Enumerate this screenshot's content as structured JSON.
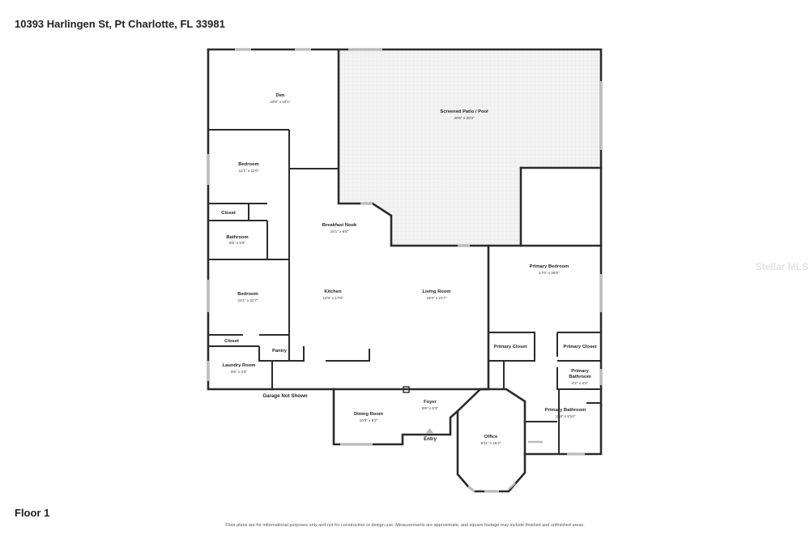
{
  "header": {
    "address": "10393 Harlingen St, Pt Charlotte, FL 33981"
  },
  "footer": {
    "floor_label": "Floor 1",
    "disclaimer": "Floor plans are for informational purposes only and not for construction or design use. Measurements are approximate, and square footage may include finished and unfinished areas."
  },
  "watermark": "Stellar MLS",
  "rooms": {
    "den": {
      "name": "Den",
      "dims": "19'8\" x 18'1\""
    },
    "patio": {
      "name": "Screened Patio / Pool",
      "dims": "40'6\" x 30'3\""
    },
    "bedroom1": {
      "name": "Bedroom",
      "dims": "12'1\" x 11'0\""
    },
    "closet1": {
      "name": "Closet"
    },
    "bathroom": {
      "name": "Bathroom",
      "dims": "8'5\" x 5'5\""
    },
    "breakfast": {
      "name": "Breakfast Nook",
      "dims": "15'1\" x 6'8\""
    },
    "bedroom2": {
      "name": "Bedroom",
      "dims": "12'1\" x 11'7\""
    },
    "kitchen": {
      "name": "Kitchen",
      "dims": "14'5\" x 17'8\""
    },
    "living": {
      "name": "Living Room",
      "dims": "18'3\" x 21'7\""
    },
    "primary_bedroom": {
      "name": "Primary Bedroom",
      "dims": "17'0\" x 25'5\""
    },
    "closet2": {
      "name": "Closet"
    },
    "pantry": {
      "name": "Pantry"
    },
    "primary_closet1": {
      "name": "Primary Closet"
    },
    "primary_closet2": {
      "name": "Primary Closet"
    },
    "laundry": {
      "name": "Laundry Room",
      "dims": "9'6\" x 4'3\""
    },
    "primary_bath_small": {
      "name_line1": "Primary",
      "name_line2": "Bathroom",
      "dims": "4'2\" x 3'2\""
    },
    "foyer": {
      "name": "Foyer",
      "dims": "8'6\" x 5'3\""
    },
    "primary_bathroom": {
      "name": "Primary Bathroom",
      "dims": "11'8\" x 9'10\""
    },
    "dining": {
      "name": "Dining Room",
      "dims": "10'3\" x 8'2\""
    },
    "office": {
      "name": "Office",
      "dims": "9'11\" x 15'4\""
    }
  },
  "labels": {
    "garage": "Garage Not Shown",
    "entry": "Entry"
  }
}
